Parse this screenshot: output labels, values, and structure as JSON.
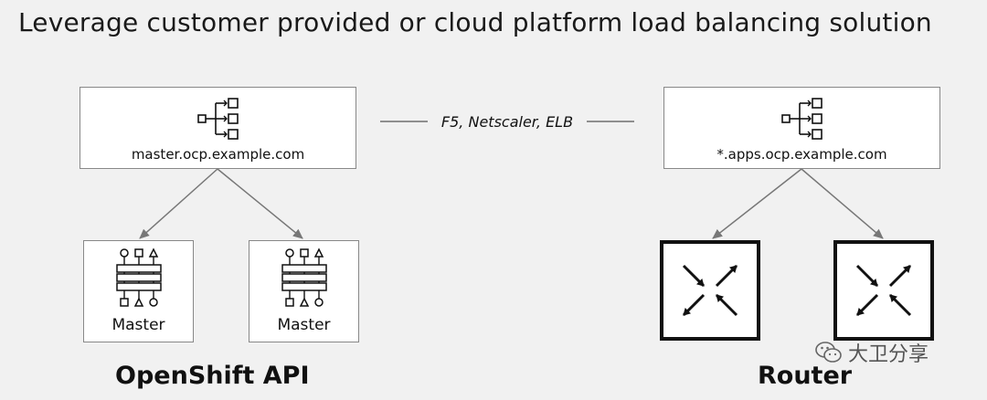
{
  "title": "Leverage customer provided or cloud platform load balancing solution",
  "load_balancers": {
    "master": {
      "label": "master.ocp.example.com",
      "icon": "load-balancer-icon"
    },
    "apps": {
      "label": "*.apps.ocp.example.com",
      "icon": "load-balancer-icon"
    }
  },
  "connection_label": "F5, Netscaler, ELB",
  "masters": [
    {
      "label": "Master",
      "icon": "master-node-icon"
    },
    {
      "label": "Master",
      "icon": "master-node-icon"
    }
  ],
  "routers": [
    {
      "icon": "router-icon"
    },
    {
      "icon": "router-icon"
    }
  ],
  "groups": {
    "left": "OpenShift API",
    "right": "Router"
  },
  "watermark": "大卫分享",
  "colors": {
    "arrow": "#777777",
    "background": "#f1f1f1",
    "router_border": "#111111"
  }
}
